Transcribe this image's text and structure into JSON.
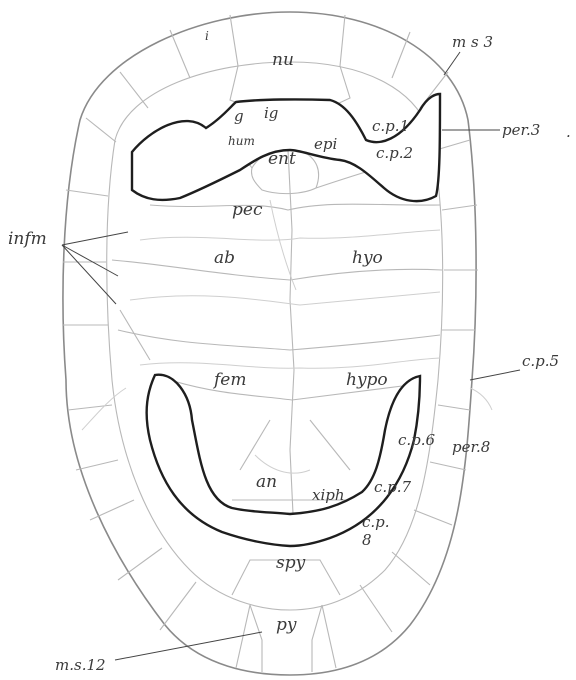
{
  "labels": {
    "nu": "nu",
    "ms3": "m s 3",
    "i": "i",
    "g": "g",
    "ig": "ig",
    "hum": "hum",
    "ent": "ent",
    "epi": "epi",
    "cp1": "c.p.1",
    "cp2": "c.p.2",
    "per3": "per.3",
    "pec": "pec",
    "infm": "infm",
    "ab": "ab",
    "hyo": "hyo",
    "fem": "fem",
    "hypo": "hypo",
    "cp5": "c.p.5",
    "cp6": "c.p.6",
    "per8": "per.8",
    "an": "an",
    "xiph": "xiph",
    "cp7": "c.p.7",
    "cp8a": "c.p.",
    "cp8b": "8",
    "spy": "spy",
    "py": "py",
    "ms12": "m.s.12"
  }
}
